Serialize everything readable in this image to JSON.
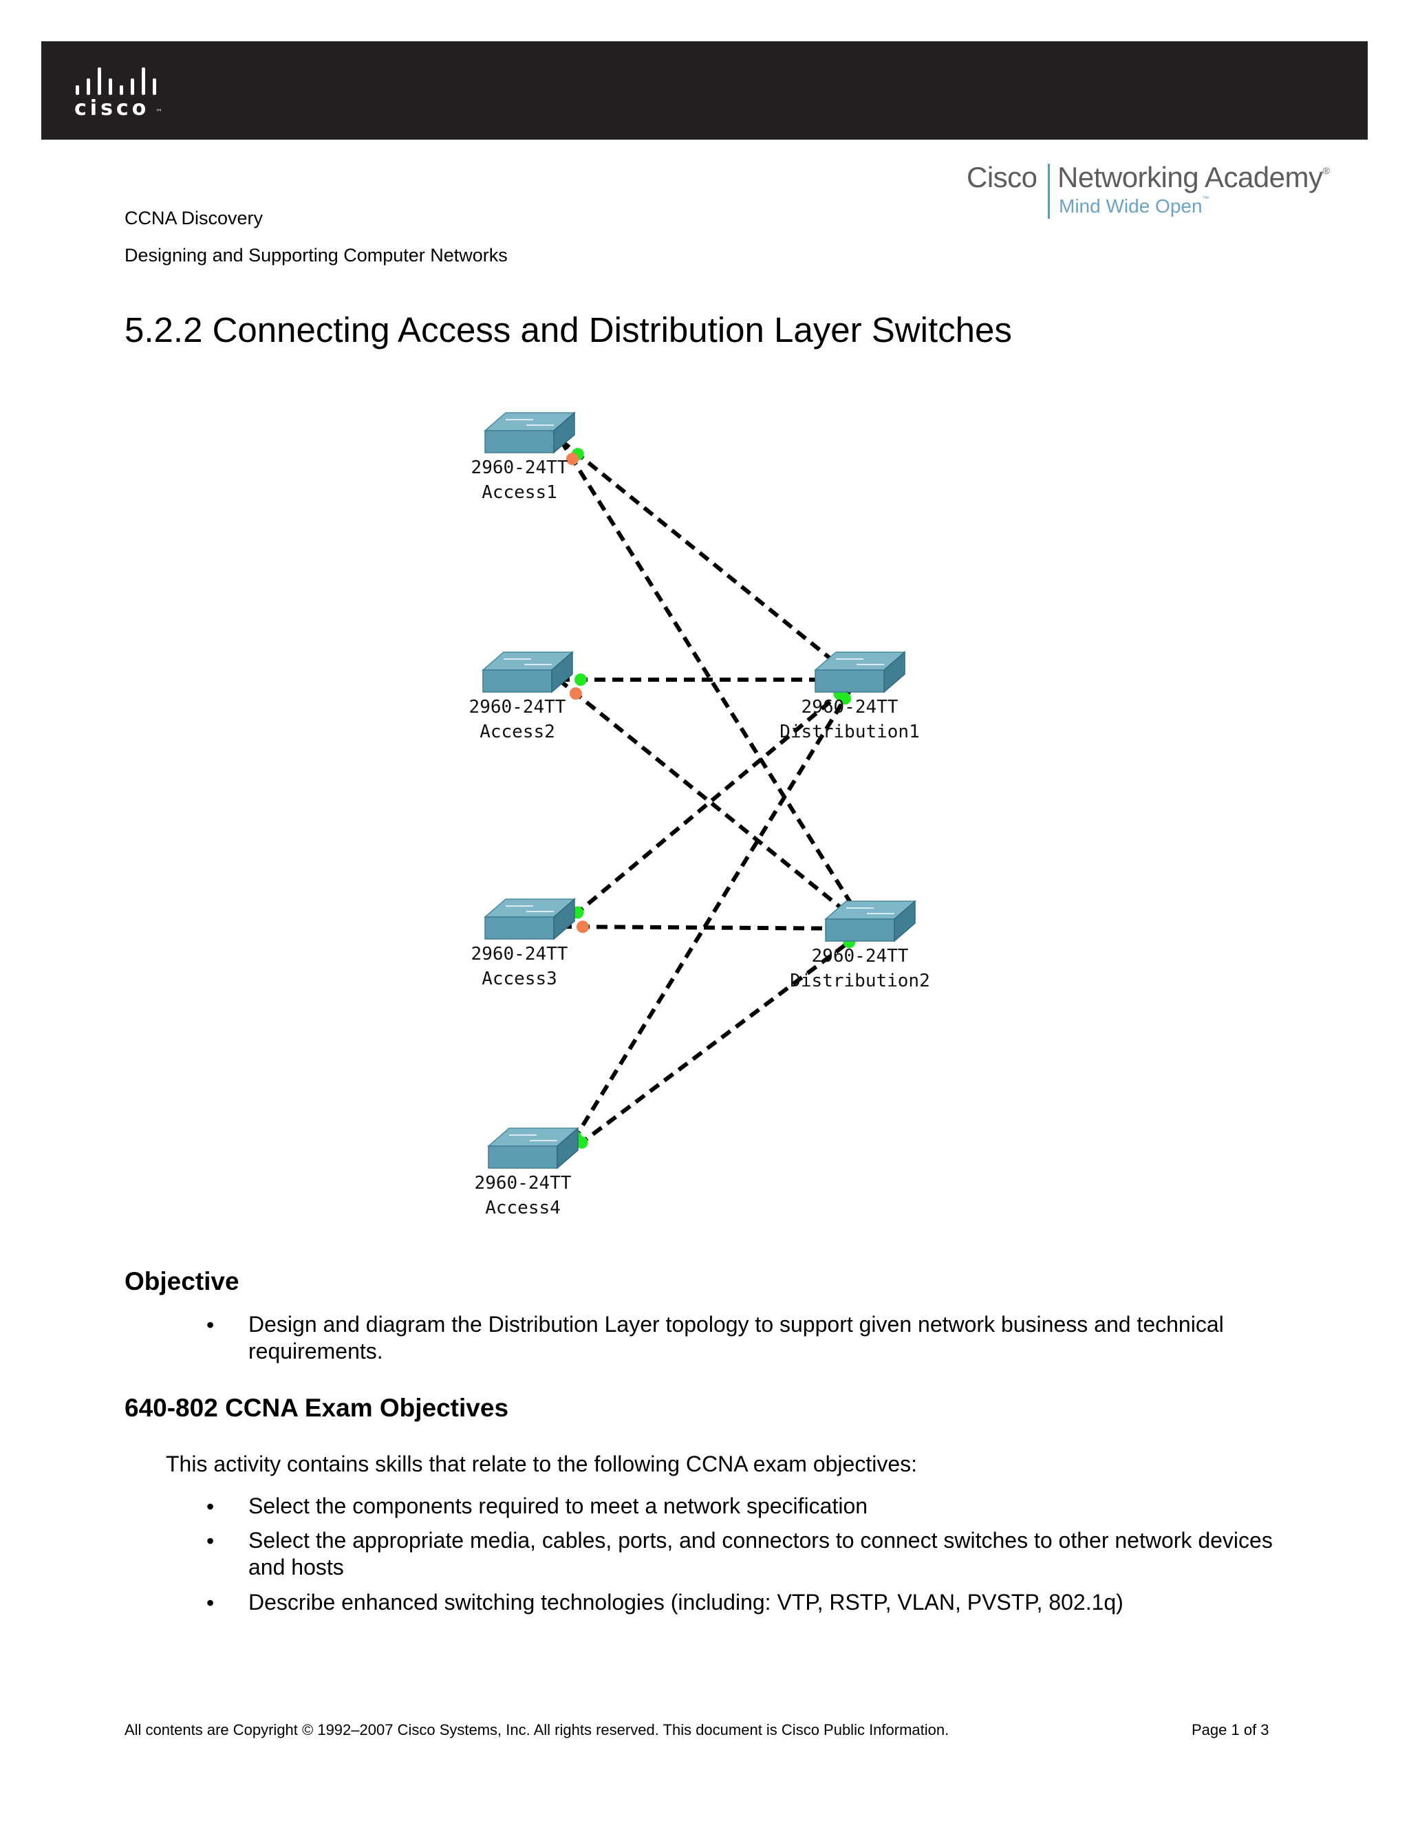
{
  "header": {
    "brand": "cisco",
    "logo_icon": "cisco-bridge-logo-icon",
    "bar_color": "#231f20"
  },
  "academy_logo": {
    "cisco": "Cisco",
    "networking_academy": "Networking Academy",
    "tagline": "Mind Wide Open",
    "accent": "#5a9fc0"
  },
  "document": {
    "course": "CCNA Discovery",
    "subtitle": "Designing and Supporting Computer Networks",
    "title": "5.2.2 Connecting Access and Distribution Layer Switches"
  },
  "topology": {
    "devices": [
      {
        "id": "Access1",
        "model": "2960-24TT",
        "name": "Access1"
      },
      {
        "id": "Access2",
        "model": "2960-24TT",
        "name": "Access2"
      },
      {
        "id": "Access3",
        "model": "2960-24TT",
        "name": "Access3"
      },
      {
        "id": "Access4",
        "model": "2960-24TT",
        "name": "Access4"
      },
      {
        "id": "Distribution1",
        "model": "2960-24TT",
        "name": "Distribution1"
      },
      {
        "id": "Distribution2",
        "model": "2960-24TT",
        "name": "Distribution2"
      }
    ],
    "links": [
      {
        "from": "Access1",
        "to": "Distribution1",
        "from_status": "up",
        "to_status": "up"
      },
      {
        "from": "Access1",
        "to": "Distribution2",
        "from_status": "blocked",
        "to_status": "up"
      },
      {
        "from": "Access2",
        "to": "Distribution1",
        "from_status": "up",
        "to_status": "up"
      },
      {
        "from": "Access2",
        "to": "Distribution2",
        "from_status": "blocked",
        "to_status": "up"
      },
      {
        "from": "Access3",
        "to": "Distribution1",
        "from_status": "up",
        "to_status": "up"
      },
      {
        "from": "Access3",
        "to": "Distribution2",
        "from_status": "blocked",
        "to_status": "up"
      },
      {
        "from": "Access4",
        "to": "Distribution1",
        "from_status": "up",
        "to_status": "up"
      },
      {
        "from": "Access4",
        "to": "Distribution2",
        "from_status": "up",
        "to_status": "up"
      }
    ],
    "colors": {
      "switch_top": "#7fb7c8",
      "switch_front": "#5d9cb0",
      "switch_side": "#3f7e93",
      "link": "#000000",
      "up": "#22e822",
      "blocked": "#f08050"
    }
  },
  "objective": {
    "heading": "Objective",
    "items": [
      "Design and diagram the Distribution Layer topology to support given network business and technical requirements."
    ]
  },
  "exam": {
    "heading": "640-802 CCNA Exam Objectives",
    "intro": "This activity contains skills that relate to the following CCNA exam objectives:",
    "items": [
      "Select the components required to meet a network specification",
      "Select the appropriate media, cables, ports, and connectors to connect switches to other network devices and hosts",
      "Describe enhanced switching technologies (including: VTP, RSTP, VLAN, PVSTP, 802.1q)"
    ]
  },
  "footer": {
    "copyright": "All contents are Copyright © 1992–2007 Cisco Systems, Inc. All rights reserved. This document is Cisco Public Information.",
    "page": "Page 1 of 3"
  }
}
